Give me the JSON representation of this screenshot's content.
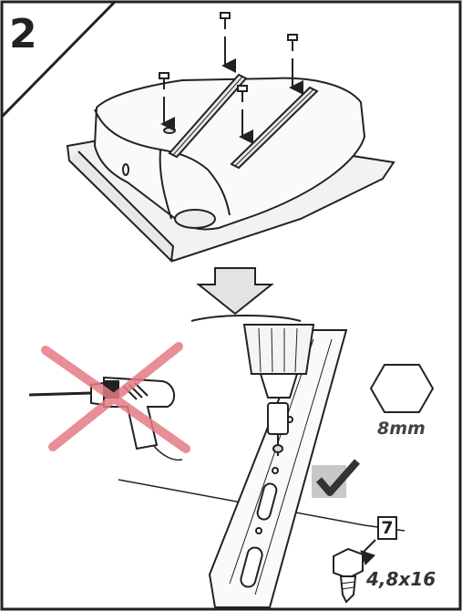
{
  "step": {
    "number": "2"
  },
  "hex_bit": {
    "size_label": "8mm",
    "icon": "hexagon-icon"
  },
  "fastener": {
    "part_number": "7",
    "size_label": "4,8x16",
    "icon": "hex-screw-icon"
  },
  "symbols": {
    "forbidden_icon": "red-cross-icon",
    "ok_icon": "checkmark-icon",
    "arrow_icon": "down-arrow-icon"
  },
  "colors": {
    "outline": "#222222",
    "forbidden_red": "#e47b84",
    "check_bg": "#c8c8c8",
    "arrow_fill": "#e3e3e3"
  }
}
